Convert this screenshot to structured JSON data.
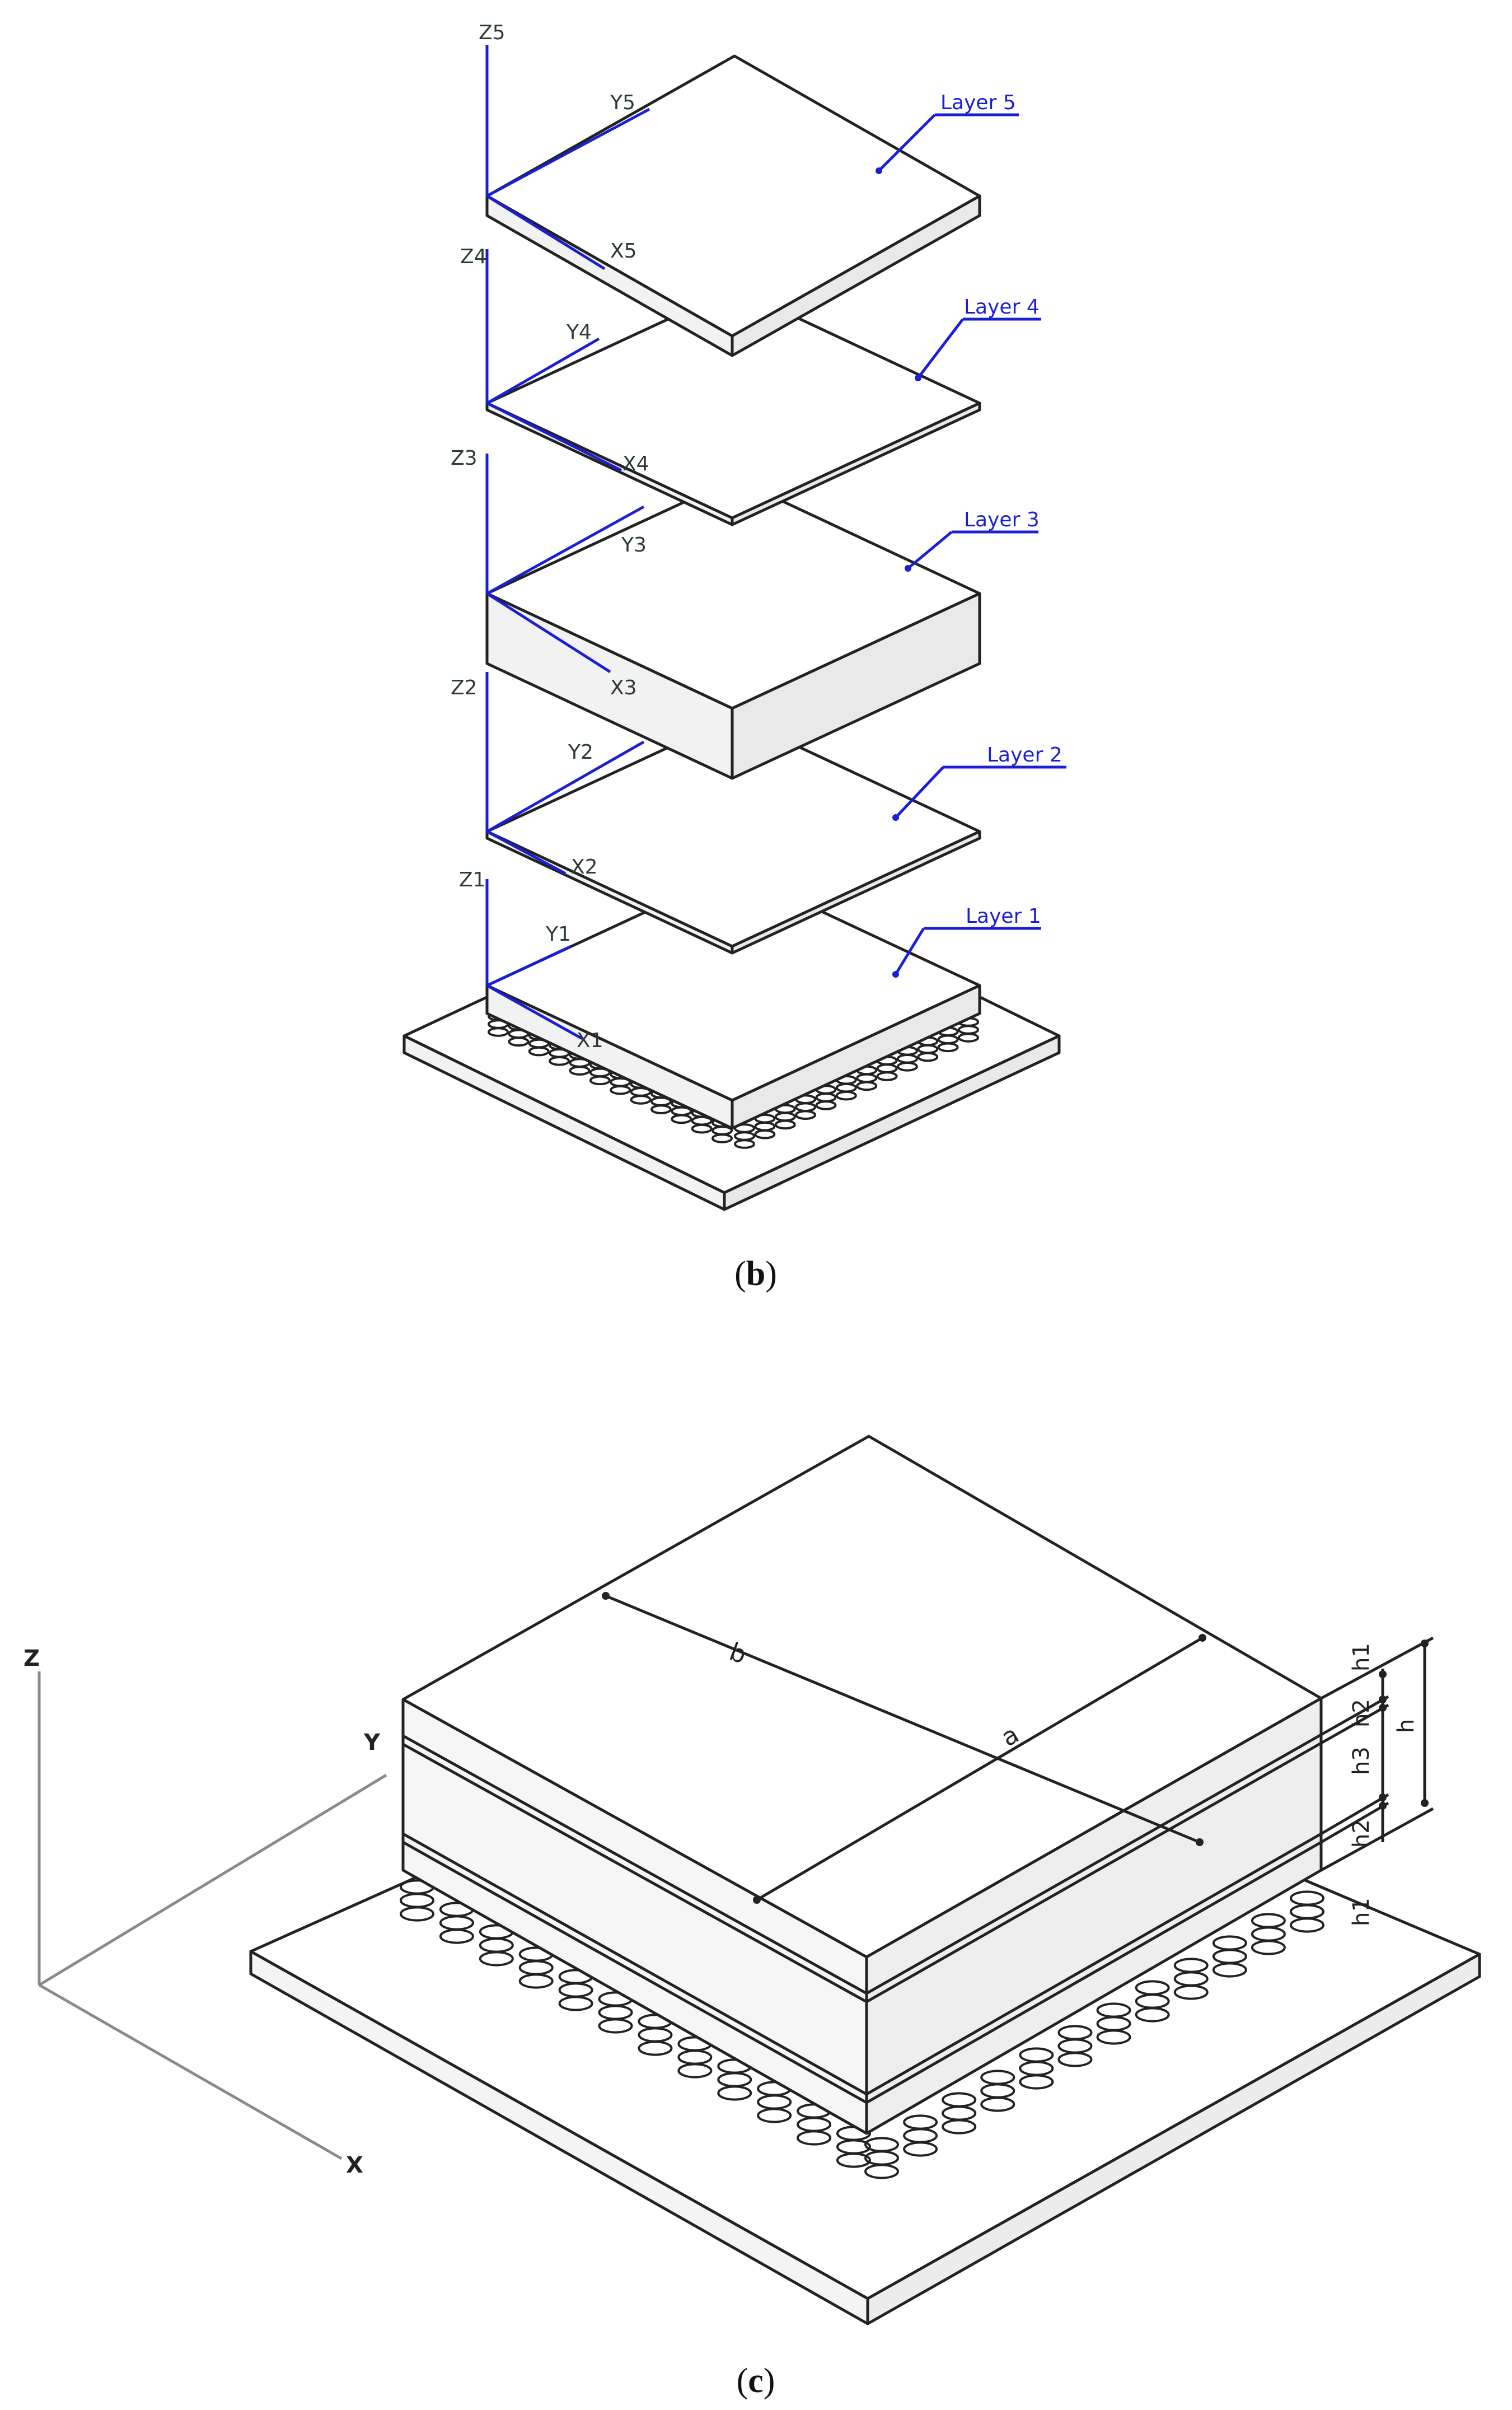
{
  "panel_b": {
    "caption_open": "(",
    "caption_letter": "b",
    "caption_close": ")",
    "layers": [
      {
        "label": "Layer 1",
        "x_axis": "X1",
        "y_axis": "Y1",
        "z_axis": "Z1"
      },
      {
        "label": "Layer 2",
        "x_axis": "X2",
        "y_axis": "Y2",
        "z_axis": "Z2"
      },
      {
        "label": "Layer 3",
        "x_axis": "X3",
        "y_axis": "Y3",
        "z_axis": "Z3"
      },
      {
        "label": "Layer 4",
        "x_axis": "X4",
        "y_axis": "Y4",
        "z_axis": "Z4"
      },
      {
        "label": "Layer 5",
        "x_axis": "X5",
        "y_axis": "Y5",
        "z_axis": "Z5"
      }
    ]
  },
  "panel_c": {
    "caption_open": "(",
    "caption_letter": "c",
    "caption_close": ")",
    "axes": {
      "x": "X",
      "y": "Y",
      "z": "Z"
    },
    "dimensions": {
      "a": "a",
      "b": "b",
      "h": "h",
      "h1_top": "h1",
      "h2_top": "h2",
      "h3": "h3",
      "h2_bottom": "h2",
      "h1_bottom": "h1"
    }
  },
  "colors": {
    "annotation_blue": "#1a1fd6",
    "line": "#222222",
    "ground_axes": "#8a8a8a"
  }
}
